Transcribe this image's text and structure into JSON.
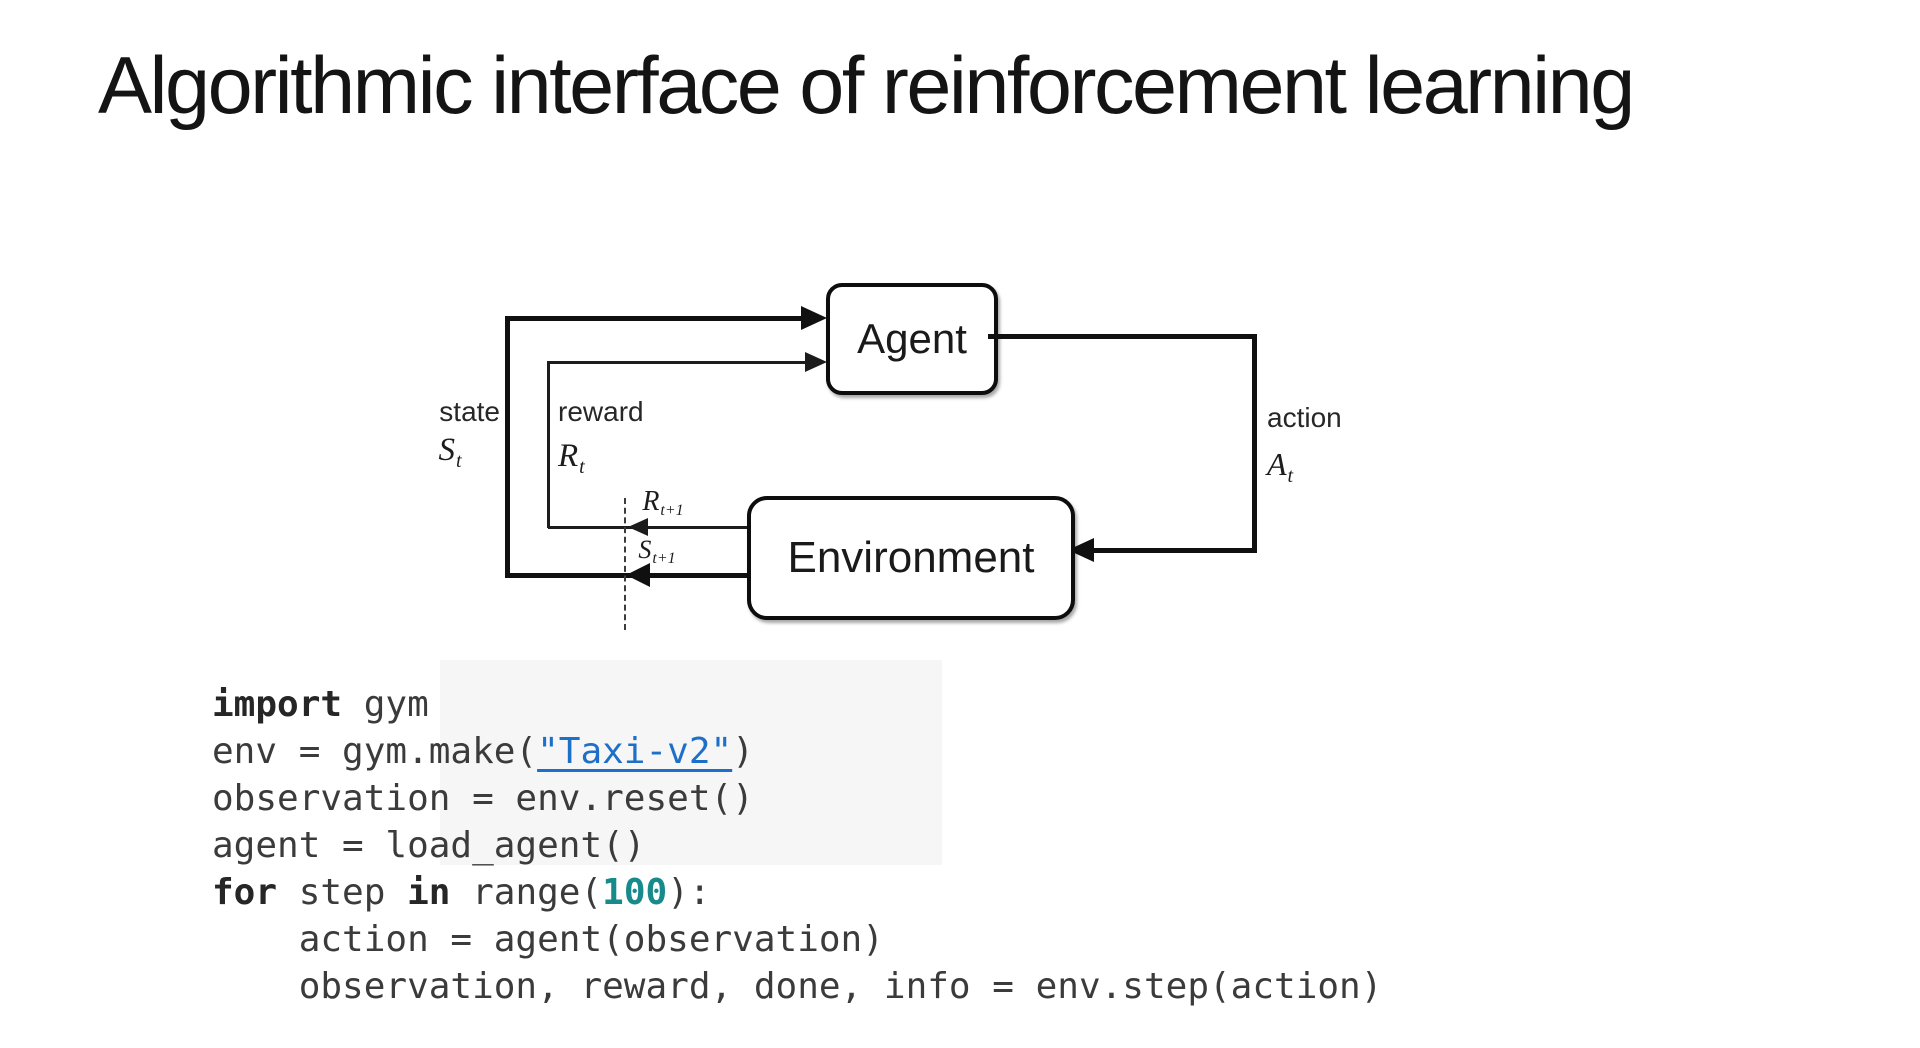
{
  "slide": {
    "title": "Algorithmic interface of reinforcement learning"
  },
  "diagram": {
    "agent_label": "Agent",
    "environment_label": "Environment",
    "state": {
      "word": "state",
      "sym": "S",
      "sub": "t"
    },
    "reward": {
      "word": "reward",
      "sym": "R",
      "sub": "t"
    },
    "action": {
      "word": "action",
      "sym": "A",
      "sub": "t"
    },
    "reward_next": {
      "sym": "R",
      "sub": "t+1"
    },
    "state_next": {
      "sym": "S",
      "sub": "t+1"
    }
  },
  "code": {
    "lines": [
      {
        "tokens": [
          {
            "t": "import",
            "c": "kw"
          },
          {
            "t": " gym",
            "c": "p"
          }
        ]
      },
      {
        "tokens": [
          {
            "t": "env = gym.make(",
            "c": "p"
          },
          {
            "t": "\"Taxi-v2\"",
            "c": "link"
          },
          {
            "t": ")",
            "c": "p"
          }
        ]
      },
      {
        "tokens": [
          {
            "t": "observation = env.reset()",
            "c": "p"
          }
        ]
      },
      {
        "tokens": [
          {
            "t": "agent = load_agent()",
            "c": "p"
          }
        ]
      },
      {
        "tokens": [
          {
            "t": "for",
            "c": "kw"
          },
          {
            "t": " step ",
            "c": "p"
          },
          {
            "t": "in",
            "c": "kw"
          },
          {
            "t": " range(",
            "c": "p"
          },
          {
            "t": "100",
            "c": "num"
          },
          {
            "t": "):",
            "c": "p"
          }
        ]
      },
      {
        "tokens": [
          {
            "t": "    action = agent(observation)",
            "c": "p"
          }
        ]
      },
      {
        "tokens": [
          {
            "t": "    observation, reward, done, info = env.step(action)",
            "c": "p"
          }
        ]
      }
    ]
  },
  "colors": {
    "link_blue": "#1d6fc8",
    "number_teal": "#178b8b",
    "code_text": "#3b3b3b",
    "diagram_ink": "#101010",
    "code_backdrop": "#f6f6f6"
  }
}
